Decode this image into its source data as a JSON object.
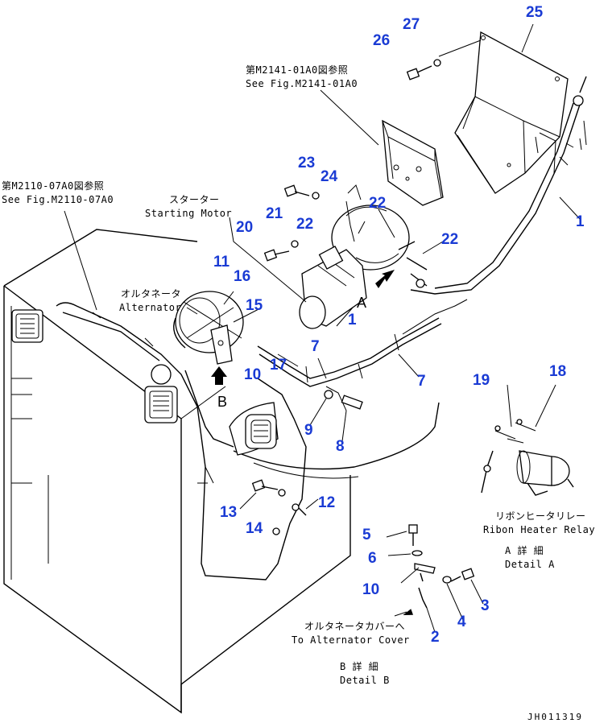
{
  "references": {
    "fig_m2141": {
      "jp": "第M2141-01A0図参照",
      "en": "See Fig.M2141-01A0"
    },
    "fig_m2110": {
      "jp": "第M2110-07A0図参照",
      "en": "See Fig.M2110-07A0"
    }
  },
  "components": {
    "starter": {
      "jp": "スターター",
      "en": "Starting Motor"
    },
    "alternator": {
      "jp": "オルタネータ",
      "en": "Alternator"
    },
    "ribbon_relay": {
      "jp": "リボンヒータリレー",
      "en": "Ribon Heater Relay"
    },
    "alt_cover": {
      "jp": "オルタネータカバーへ",
      "en": "To Alternator Cover"
    }
  },
  "details": {
    "a": {
      "jp": "A 詳 細",
      "en": "Detail A"
    },
    "b": {
      "jp": "B 詳 細",
      "en": "Detail B"
    },
    "marker_a": "A",
    "marker_b": "B"
  },
  "part_numbers": {
    "p25": "25",
    "p27": "27",
    "p26": "26",
    "p1a": "1",
    "p1b": "1",
    "p23": "23",
    "p24": "24",
    "p22a": "22",
    "p22b": "22",
    "p22c": "22",
    "p21": "21",
    "p20": "20",
    "p11": "11",
    "p16": "16",
    "p15": "15",
    "p10a": "10",
    "p17": "17",
    "p7a": "7",
    "p7b": "7",
    "p9": "9",
    "p8": "8",
    "p19": "19",
    "p18": "18",
    "p13": "13",
    "p14": "14",
    "p12": "12",
    "p5": "5",
    "p6": "6",
    "p10b": "10",
    "p3": "3",
    "p4": "4",
    "p2": "2"
  },
  "drawing_code": "JH011319"
}
